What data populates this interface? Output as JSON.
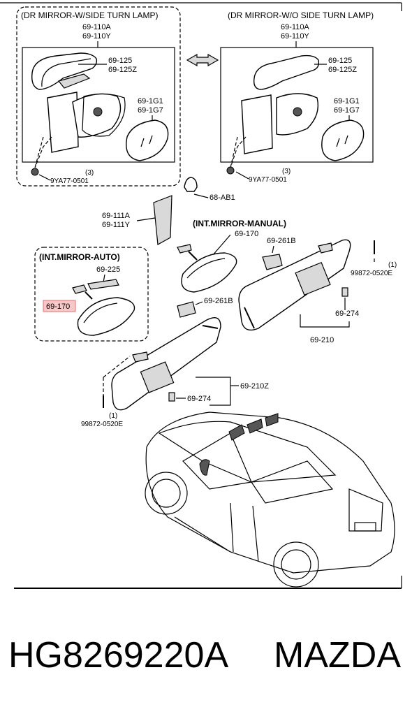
{
  "labels": {
    "hdr_left": "(DR MIRROR-W/SIDE TURN LAMP)",
    "hdr_right": "(DR MIRROR-W/O SIDE TURN LAMP)",
    "l_110a": "69-110A",
    "l_110y": "69-110Y",
    "r_110a": "69-110A",
    "r_110y": "69-110Y",
    "l_125": "69-125",
    "l_125z": "69-125Z",
    "r_125": "69-125",
    "r_125z": "69-125Z",
    "l_1g1": "69-1G1",
    "l_1g7": "69-1G7",
    "r_1g1": "69-1G1",
    "r_1g7": "69-1G7",
    "l_qty3": "(3)",
    "l_9ya": "9YA77-0501",
    "r_qty3": "(3)",
    "r_9ya": "9YA77-0501",
    "ab1": "68-AB1",
    "p111a": "69-111A",
    "p111y": "69-111Y",
    "hdr_manual": "(INT.MIRROR-MANUAL)",
    "manual_170": "69-170",
    "hdr_auto": "(INT.MIRROR-AUTO)",
    "auto_225": "69-225",
    "auto_170": "69-170",
    "p261b_top": "69-261B",
    "p261b_mid": "69-261B",
    "r_qty1": "(1)",
    "r_99872": "99872-0520E",
    "r_274": "69-274",
    "p210": "69-210",
    "p210z": "69-210Z",
    "l_274": "69-274",
    "l_qty1": "(1)",
    "l_99872": "99872-0520E",
    "part_number": "HG8269220A",
    "brand": "MAZDA"
  },
  "colors": {
    "highlight_fill": "#f7c8c8",
    "highlight_stroke": "#e07070"
  }
}
